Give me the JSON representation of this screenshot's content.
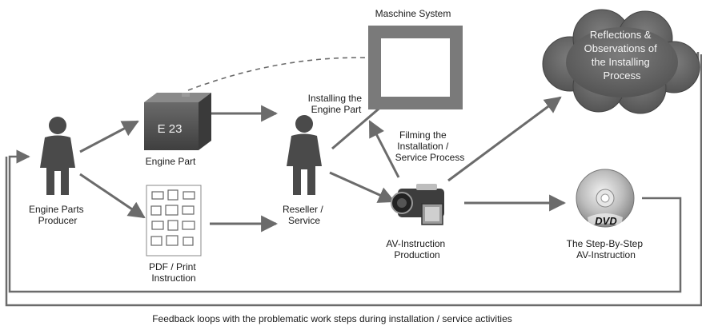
{
  "nodes": {
    "producer": {
      "lines": [
        "Engine Parts",
        "Producer"
      ]
    },
    "engine_part": {
      "box_label": "E 23",
      "label": "Engine Part"
    },
    "pdf": {
      "lines": [
        "PDF / Print",
        "Instruction"
      ]
    },
    "reseller": {
      "lines": [
        "Reseller /",
        "Service"
      ]
    },
    "machine": {
      "title": "Maschine System"
    },
    "installing": {
      "lines": [
        "Installing the",
        "Engine Part"
      ]
    },
    "filming": {
      "lines": [
        "Filming the",
        "Installation /",
        "Service Process"
      ]
    },
    "av_production": {
      "lines": [
        "AV-Instruction",
        "Production"
      ]
    },
    "reflections": {
      "lines": [
        "Reflections &",
        "Observations of",
        "the Installing",
        "Process"
      ]
    },
    "dvd": {
      "disc_label": "DVD",
      "lines": [
        "The Step-By-Step",
        "AV-Instruction"
      ]
    }
  },
  "caption": "Feedback loops with the problematic work steps during installation / service activities",
  "colors": {
    "arrow": "#6b6b6b",
    "person": "#4a4a4a",
    "box": "#5a5a5a",
    "cloud": "#6a6a6a",
    "frame": "#7a7a7a"
  }
}
